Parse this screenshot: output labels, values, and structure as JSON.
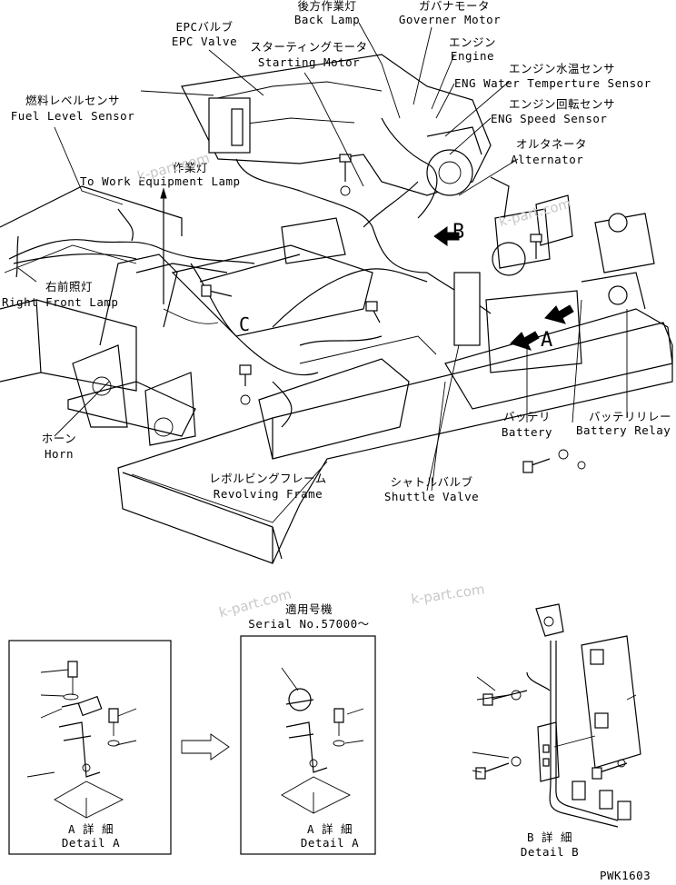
{
  "labels": {
    "back_lamp_jp": "後方作業灯",
    "back_lamp_en": "Back Lamp",
    "governor_jp": "ガバナモータ",
    "governor_en": "Governer Motor",
    "epc_jp": "EPCバルブ",
    "epc_en": "EPC Valve",
    "starting_jp": "スターティングモータ",
    "starting_en": "Starting Motor",
    "engine_jp": "エンジン",
    "engine_en": "Engine",
    "water_jp": "エンジン水温センサ",
    "water_en": "ENG Water Temperture Sensor",
    "speed_jp": "エンジン回転センサ",
    "speed_en": "ENG Speed Sensor",
    "fuel_jp": "燃料レベルセンサ",
    "fuel_en": "Fuel Level Sensor",
    "alt_jp": "オルタネータ",
    "alt_en": "Alternator",
    "work_jp": "作業灯",
    "work_en": "To Work Equipment Lamp",
    "rfl_jp": "右前照灯",
    "rfl_en": "Right Front Lamp",
    "horn_jp": "ホーン",
    "horn_en": "Horn",
    "battery_jp": "バッテリ",
    "battery_en": "Battery",
    "relay_jp": "バッテリリレー",
    "relay_en": "Battery Relay",
    "frame_jp": "レボルビングフレーム",
    "frame_en": "Revolving Frame",
    "shuttle_jp": "シャトルバルブ",
    "shuttle_en": "Shuttle Valve",
    "serial_jp": "適用号機",
    "serial_en": "Serial No.57000～",
    "detail_a_jp": "A 詳 細",
    "detail_a_en": "Detail A",
    "detail_a2_jp": "A 詳 細",
    "detail_a2_en": "Detail A",
    "detail_b_jp": "B 詳 細",
    "detail_b_en": "Detail B",
    "letter_a": "A",
    "letter_b": "B",
    "letter_c": "C",
    "drawing_no": "PWK1603"
  },
  "watermark": "k-part.com"
}
